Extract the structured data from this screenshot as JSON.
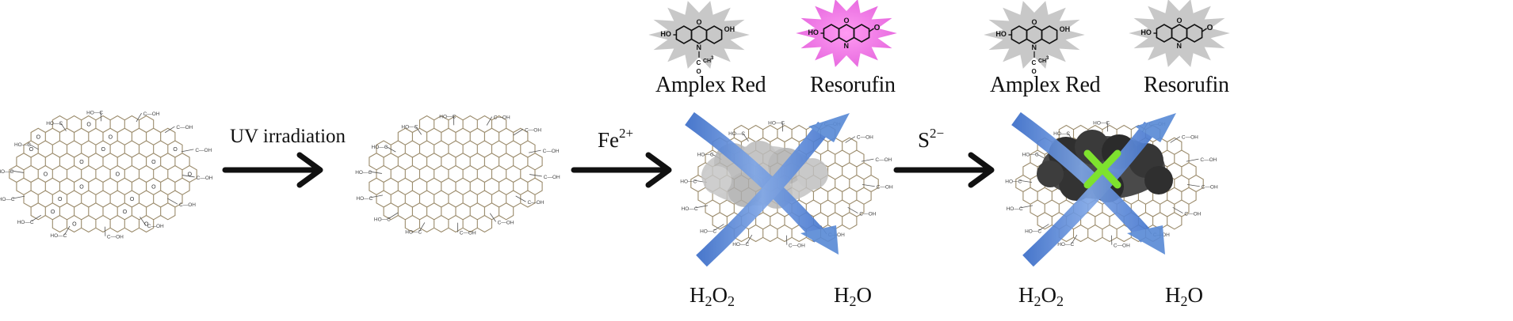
{
  "colors": {
    "lattice": "#9a8a6a",
    "arrow": "#111111",
    "flow_arrow": "#5b8bd6",
    "fluorescent_burst": "#ee6ee6",
    "inactive_burst": "#c8c8c8",
    "fe_cluster": "#b8b8b8",
    "fes_cluster": "#3b3b3b",
    "block_cross": "#7ee22e"
  },
  "steps": {
    "uv": "UV irradiation",
    "fe": {
      "base": "Fe",
      "charge": "2+"
    },
    "sulfide": {
      "base": "S",
      "charge": "2−"
    }
  },
  "panel3": {
    "amplex_red": "Amplex Red",
    "resorufin": "Resorufin",
    "h2o2": {
      "base": "H",
      "sub1": "2",
      "mid": "O",
      "sub2": "2"
    },
    "h2o": {
      "base": "H",
      "sub1": "2",
      "mid": "O"
    }
  },
  "panel4": {
    "amplex_red": "Amplex Red",
    "resorufin": "Resorufin",
    "h2o2": {
      "base": "H",
      "sub1": "2",
      "mid": "O",
      "sub2": "2"
    },
    "h2o": {
      "base": "H",
      "sub1": "2",
      "mid": "O"
    }
  },
  "molecule_text": {
    "oh": "OH",
    "ho": "HO",
    "o": "O",
    "n": "N",
    "c": "C",
    "ch3": "CH",
    "three": "3",
    "ketone": "O"
  },
  "icons": [
    "graphene-oxide-sheet",
    "reduced-graphene-sheet",
    "burst-icon",
    "curved-flow-arrow",
    "block-cross-icon"
  ]
}
